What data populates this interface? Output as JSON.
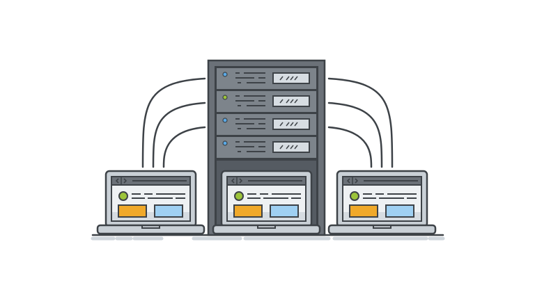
{
  "illustration": {
    "subject": "server-rack-with-laptops",
    "rack_units": 4,
    "laptops": 3,
    "unit_led_colors": [
      "#5aa9e6",
      "#9cc43a",
      "#5aa9e6",
      "#5aa9e6"
    ]
  },
  "colors": {
    "outline": "#3d4247",
    "rack_body": "#6b7178",
    "rack_inner": "#555b62",
    "unit_face": "#7d848b",
    "display": "#d7dde2",
    "laptop_frame": "#c9d0d6",
    "screen_bg": "#eef1f3",
    "screen_bar": "#6b7178",
    "avatar": "#9cc43a",
    "card_orange": "#f0a92a",
    "card_blue": "#9fd0f2",
    "shadow": "#cfd6dc"
  }
}
